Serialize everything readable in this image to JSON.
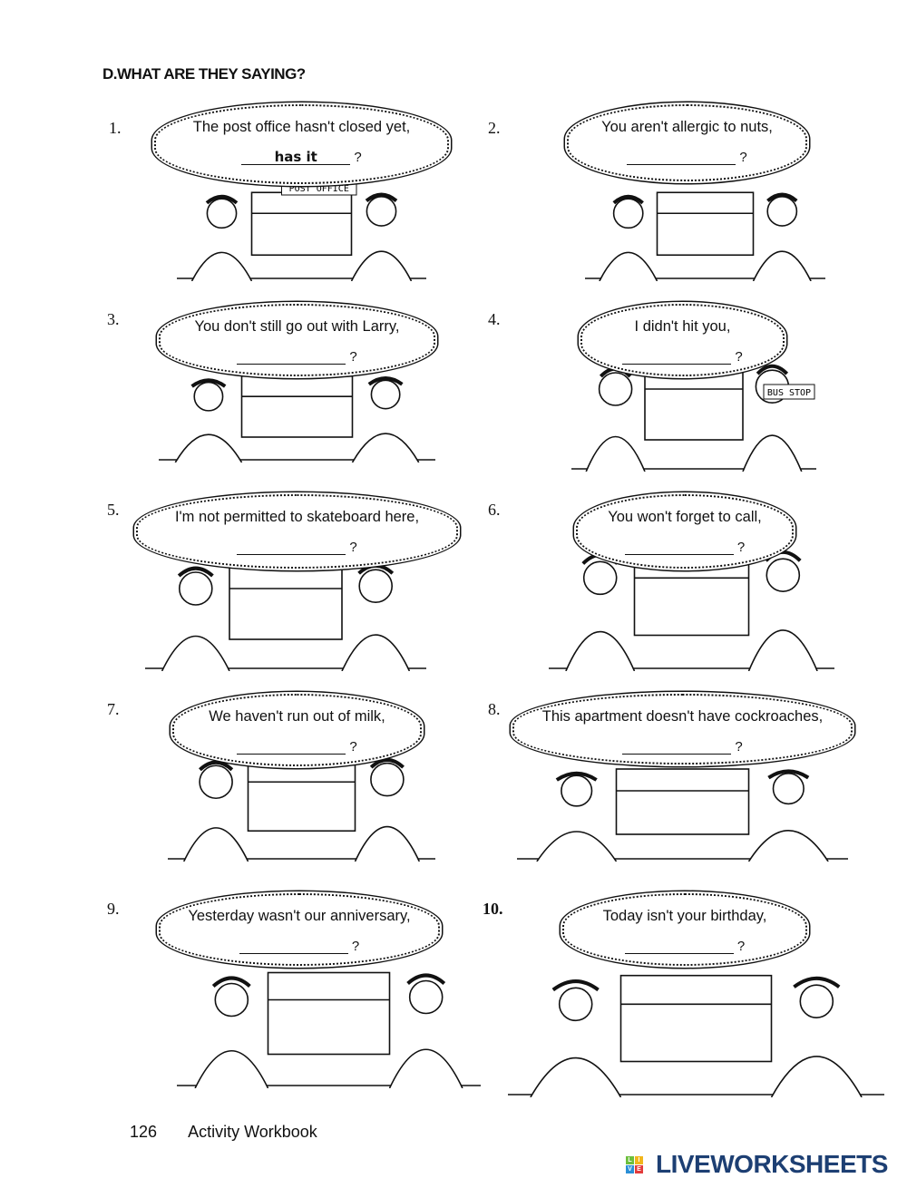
{
  "title": "D.WHAT ARE THEY SAYING?",
  "items": [
    {
      "number": "1.",
      "statement": "The post office hasn't closed yet,",
      "answer": "has it",
      "mark": "?",
      "sign": "POST OFFICE"
    },
    {
      "number": "2.",
      "statement": "You aren't allergic to nuts,",
      "answer": "",
      "mark": "?"
    },
    {
      "number": "3.",
      "statement": "You don't still go out with Larry,",
      "answer": "",
      "mark": "?"
    },
    {
      "number": "4.",
      "statement": "I didn't hit you,",
      "answer": "",
      "mark": "?",
      "sign": "BUS STOP"
    },
    {
      "number": "5.",
      "statement": "I'm not permitted to skateboard here,",
      "answer": "",
      "mark": "?"
    },
    {
      "number": "6.",
      "statement": "You won't forget to call,",
      "answer": "",
      "mark": "?"
    },
    {
      "number": "7.",
      "statement": "We haven't run out of milk,",
      "answer": "",
      "mark": "?"
    },
    {
      "number": "8.",
      "statement": "This apartment doesn't have cockroaches,",
      "answer": "",
      "mark": "?"
    },
    {
      "number": "9.",
      "statement": "Yesterday wasn't our anniversary,",
      "answer": "",
      "mark": "?"
    },
    {
      "number": "10.",
      "statement": "Today isn't your birthday,",
      "answer": "",
      "mark": "?"
    }
  ],
  "footer": {
    "page": "126",
    "book": "Activity Workbook"
  },
  "logo": {
    "text": "LIVEWORKSHEETS",
    "blocks": [
      "L",
      "I",
      "V",
      "E"
    ],
    "color": "#1d3f73"
  }
}
